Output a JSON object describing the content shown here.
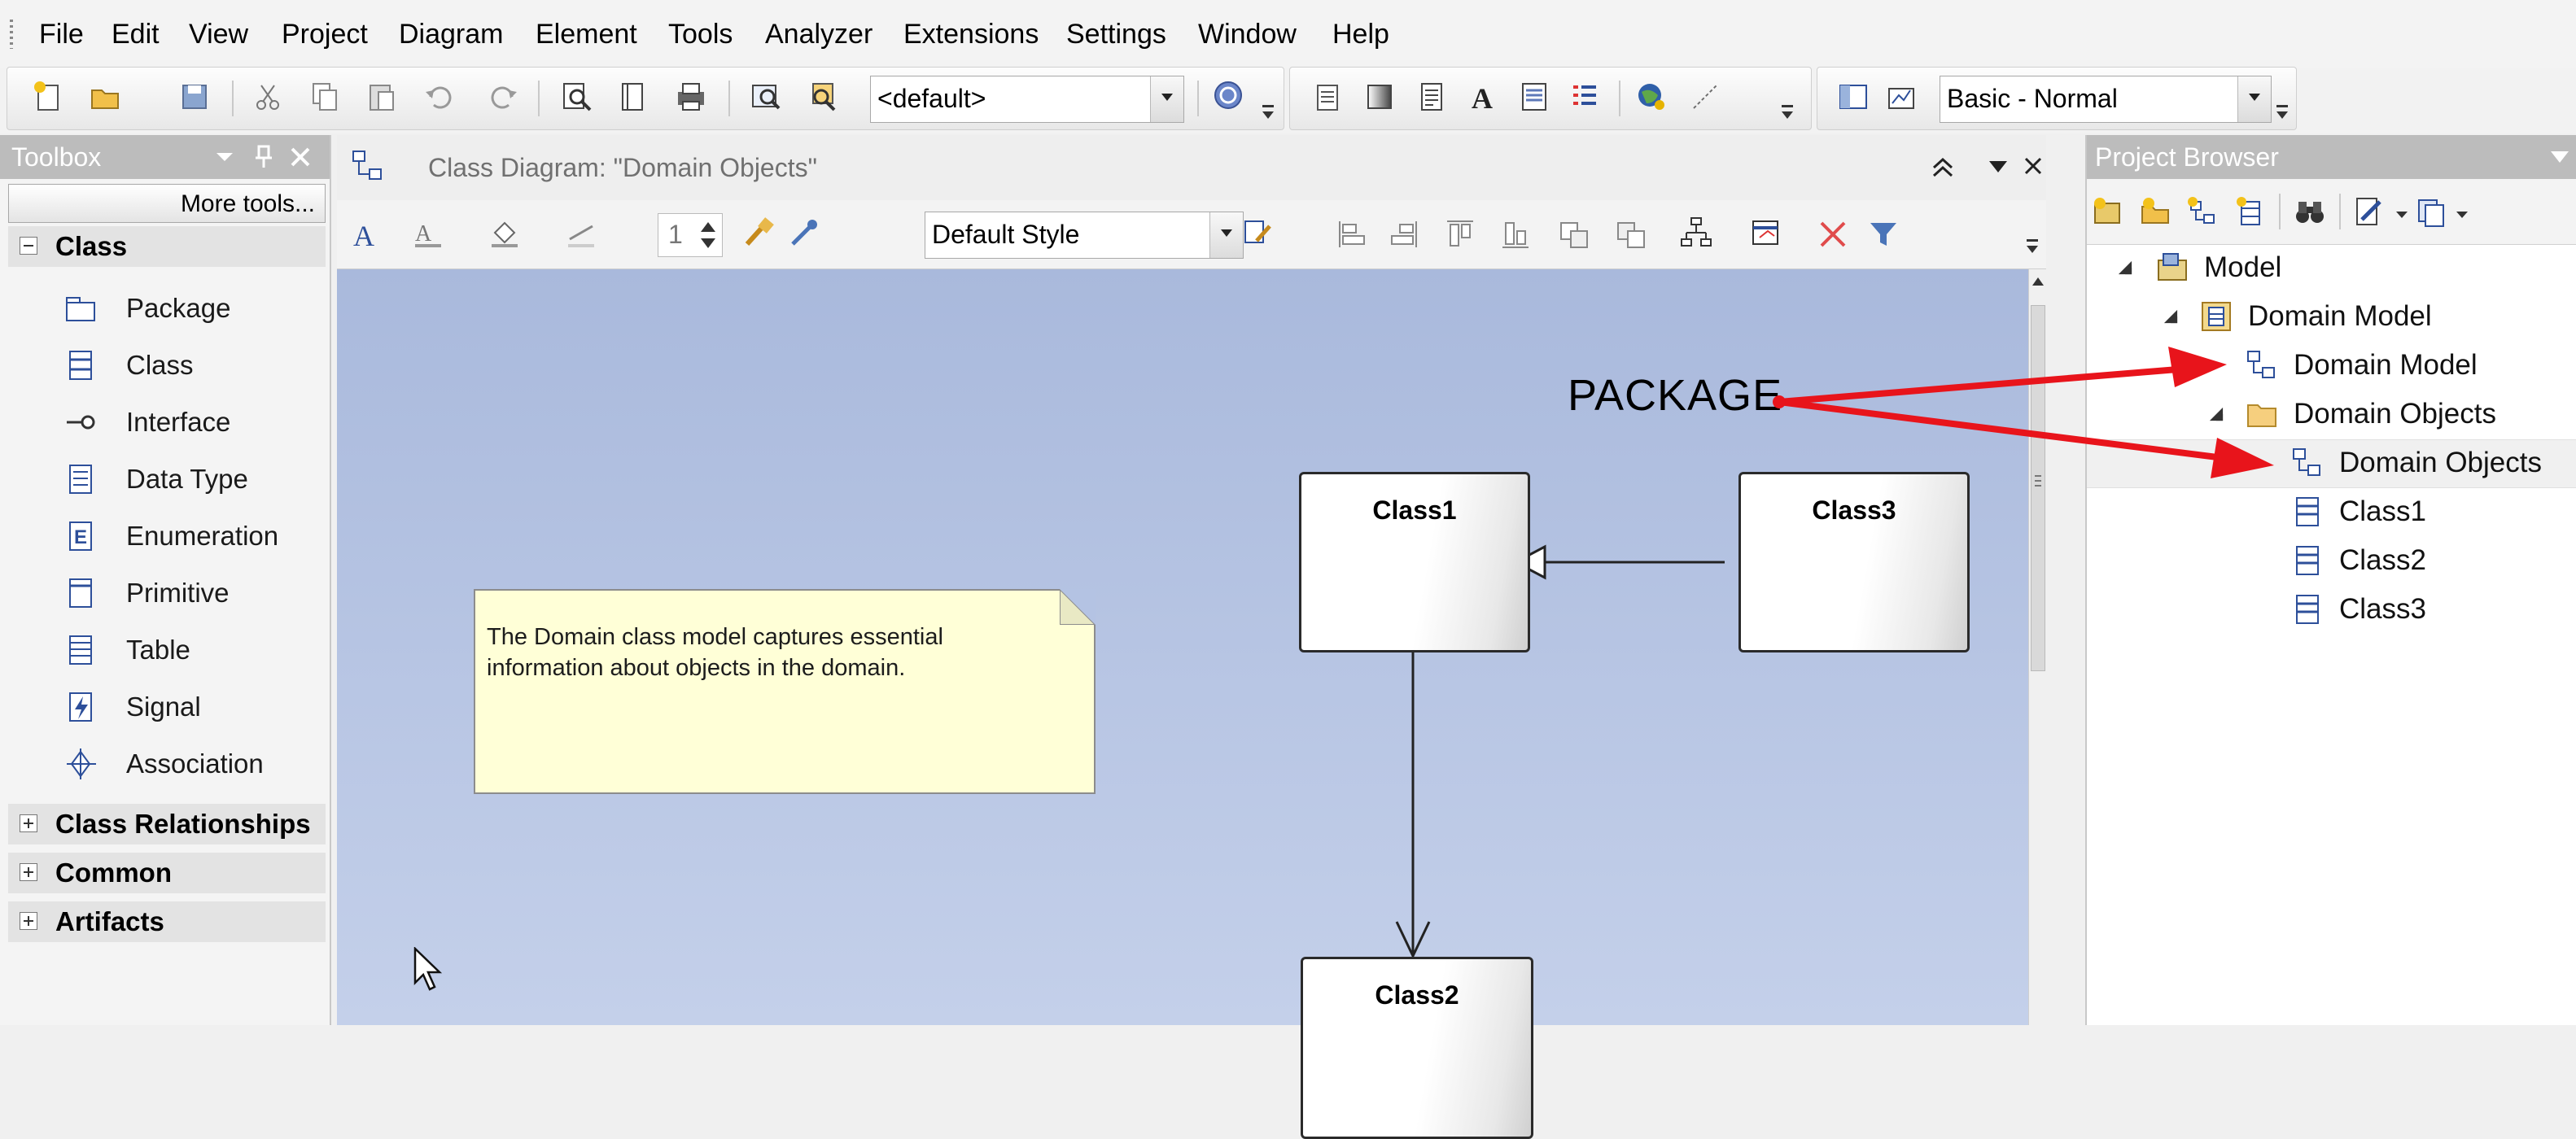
{
  "menu": [
    "File",
    "Edit",
    "View",
    "Project",
    "Diagram",
    "Element",
    "Tools",
    "Analyzer",
    "Extensions",
    "Settings",
    "Window",
    "Help"
  ],
  "toolbar": {
    "view_combo": "<default>",
    "workspace_combo": "Basic - Normal"
  },
  "toolbox": {
    "title": "Toolbox",
    "more_tools": "More tools...",
    "open_section": "Class",
    "tools": [
      {
        "label": "Package",
        "icon": "package-icon"
      },
      {
        "label": "Class",
        "icon": "class-icon"
      },
      {
        "label": "Interface",
        "icon": "interface-icon"
      },
      {
        "label": "Data Type",
        "icon": "datatype-icon"
      },
      {
        "label": "Enumeration",
        "icon": "enumeration-icon"
      },
      {
        "label": "Primitive",
        "icon": "primitive-icon"
      },
      {
        "label": "Table",
        "icon": "table-icon"
      },
      {
        "label": "Signal",
        "icon": "signal-icon"
      },
      {
        "label": "Association",
        "icon": "association-icon"
      }
    ],
    "collapsed_sections": [
      "Class Relationships",
      "Common",
      "Artifacts"
    ]
  },
  "diagram": {
    "title": "Class Diagram: \"Domain Objects\"",
    "toolbar": {
      "line_width": "1",
      "style": "Default Style"
    },
    "note": "The Domain class model captures essential information about objects in the domain.",
    "classes": [
      "Class1",
      "Class2",
      "Class3"
    ]
  },
  "browser": {
    "title": "Project Browser",
    "tree": [
      "Model",
      "Domain Model",
      "Domain Model",
      "Domain Objects",
      "Domain Objects",
      "Class1",
      "Class2",
      "Class3"
    ]
  },
  "annotation": {
    "label": "PACKAGE",
    "color": "#e8141b"
  }
}
